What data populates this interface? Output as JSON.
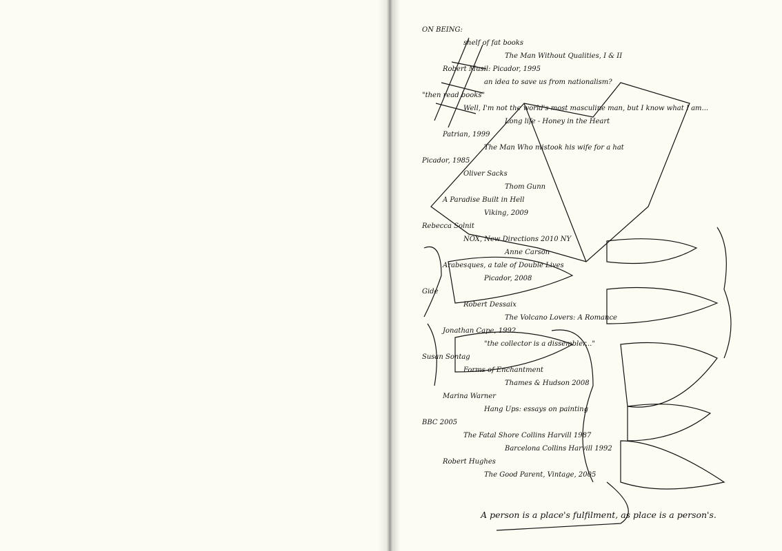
{
  "colors": {
    "paper": "#fdfcf2",
    "ink": "#111111"
  },
  "drawing": {
    "labels": [
      "ON BEING:",
      "shelf of fat books",
      "The Man Without Qualities, I & II",
      "Robert Musil: Picador, 1995",
      "an idea to save us from nationalism?",
      "\"then read books\"",
      "Well, I'm not the world's most masculine man, but I know what I am...",
      "Long life - Honey in the Heart",
      "Patrian, 1999",
      "The Man Who mistook his wife for a hat",
      "Picador, 1985",
      "Oliver Sacks",
      "Thom Gunn",
      "A Paradise Built in Hell",
      "Viking, 2009",
      "Rebecca Solnit",
      "NOX, New Directions 2010 NY",
      "Anne Carson",
      "Arabesques, a tale of Double Lives",
      "Picador, 2008",
      "Gide",
      "Robert Dessaix",
      "The Volcano Lovers: A Romance",
      "Jonathan Cape, 1992",
      "\"the collector is a dissembler...\"",
      "Susan Sontag",
      "Forms of Enchantment",
      "Thames & Hudson 2008",
      "Marina Warner",
      "Hang Ups: essays on painting",
      "BBC 2005",
      "The Fatal Shore Collins Harvill 1987",
      "Barcelona Collins Harvill 1992",
      "Robert Hughes",
      "The Good Parent, Vintage, 2005"
    ],
    "caption": "A person is a place's fulfilment, as place is a person's."
  }
}
